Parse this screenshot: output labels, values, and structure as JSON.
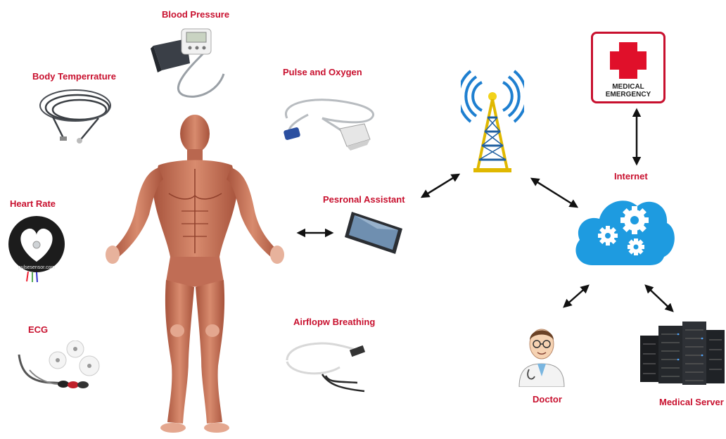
{
  "labels": {
    "blood_pressure": "Blood Pressure",
    "body_temperature": "Body Temperrature",
    "pulse_oxygen": "Pulse and Oxygen",
    "heart_rate": "Heart Rate",
    "ecg": "ECG",
    "airflow": "Airflopw Breathing",
    "personal_assistant": "Pesronal Assistant",
    "internet": "Internet",
    "doctor": "Doctor",
    "medical_server": "Medical Server"
  },
  "emergency_sign": {
    "line1": "MEDICAL",
    "line2": "EMERGENCY"
  },
  "sensor_brand": "pulsesensor.com",
  "colors": {
    "label_red": "#c8102e",
    "cross_red": "#e0102a",
    "cloud_blue": "#1e9be0",
    "tower_yellow": "#f2d21a",
    "signal_blue": "#1e7fd0",
    "muscle": "#c8735a"
  },
  "icons": [
    "blood-pressure-monitor-icon",
    "temperature-probe-icon",
    "pulse-oximeter-icon",
    "heart-rate-sensor-icon",
    "ecg-electrodes-icon",
    "airflow-sensor-icon",
    "smartphone-icon",
    "cell-tower-icon",
    "medical-emergency-icon",
    "cloud-gears-icon",
    "doctor-icon",
    "server-rack-icon",
    "human-anatomy-icon"
  ]
}
